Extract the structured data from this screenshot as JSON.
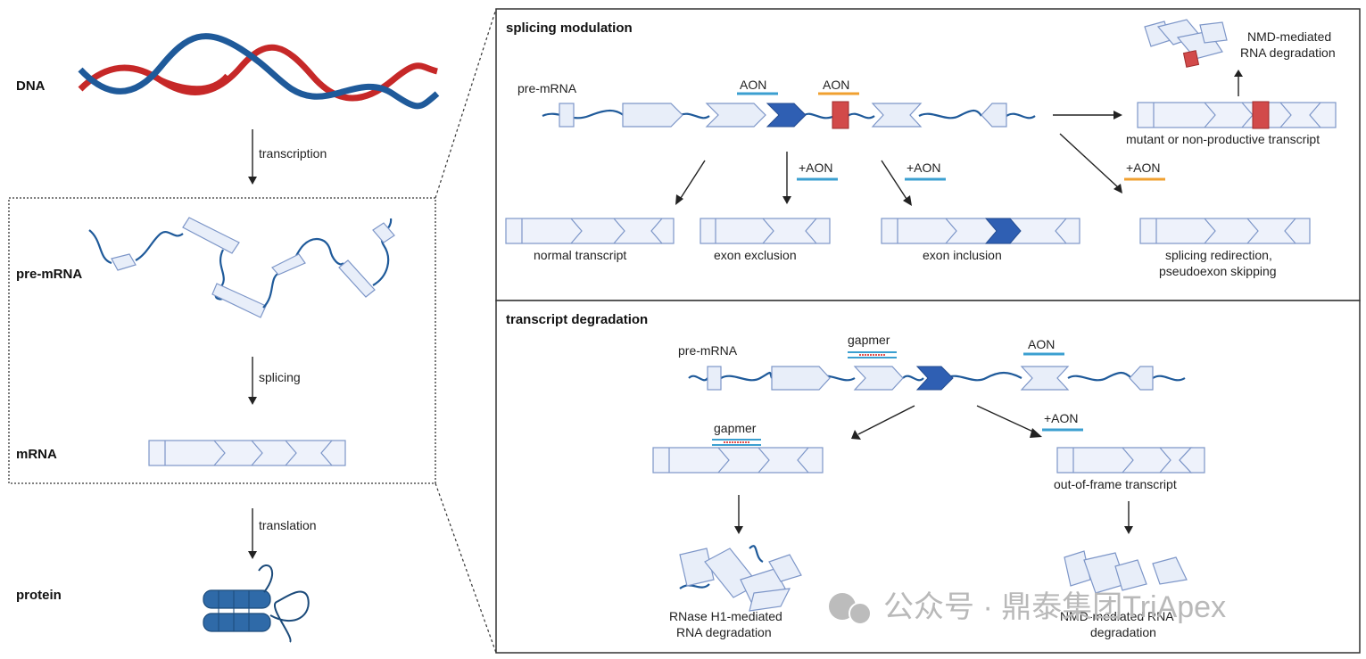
{
  "left": {
    "dna": "DNA",
    "transcription": "transcription",
    "pre_mrna": "pre-mRNA",
    "splicing": "splicing",
    "mrna": "mRNA",
    "translation": "translation",
    "protein": "protein"
  },
  "splicing_panel": {
    "title": "splicing modulation",
    "pre_mrna": "pre-mRNA",
    "aon_blue": "AON",
    "aon_orange": "AON",
    "nmd": [
      "NMD-mediated",
      "RNA degradation"
    ],
    "mutant": "mutant or non-productive transcript",
    "plus_aon_1": "+AON",
    "plus_aon_2": "+AON",
    "plus_aon_3": "+AON",
    "normal": "normal transcript",
    "exclusion": "exon exclusion",
    "inclusion": "exon inclusion",
    "redirection": [
      "splicing redirection,",
      "pseudoexon skipping"
    ]
  },
  "degradation_panel": {
    "title": "transcript degradation",
    "pre_mrna": "pre-mRNA",
    "gapmer_top": "gapmer",
    "aon_top": "AON",
    "gapmer_mid": "gapmer",
    "plus_aon": "+AON",
    "out_of_frame": "out-of-frame transcript",
    "rnase": [
      "RNase H1-mediated",
      "RNA degradation"
    ],
    "nmd": [
      "NMD-mediated RNA",
      "degradation"
    ]
  },
  "watermark": "公众号 · 鼎泰集团TriApex",
  "colors": {
    "dna_blue": "#1f5a9a",
    "dna_red": "#c62828",
    "exon_fill": "#e8eef9",
    "exon_stroke": "#7d96c8",
    "included_exon": "#2f5fb3",
    "mutation": "#d24a4a",
    "aon_blue": "#3b9fd0",
    "aon_orange": "#f0a030",
    "gapmer_red": "#e0504d"
  }
}
